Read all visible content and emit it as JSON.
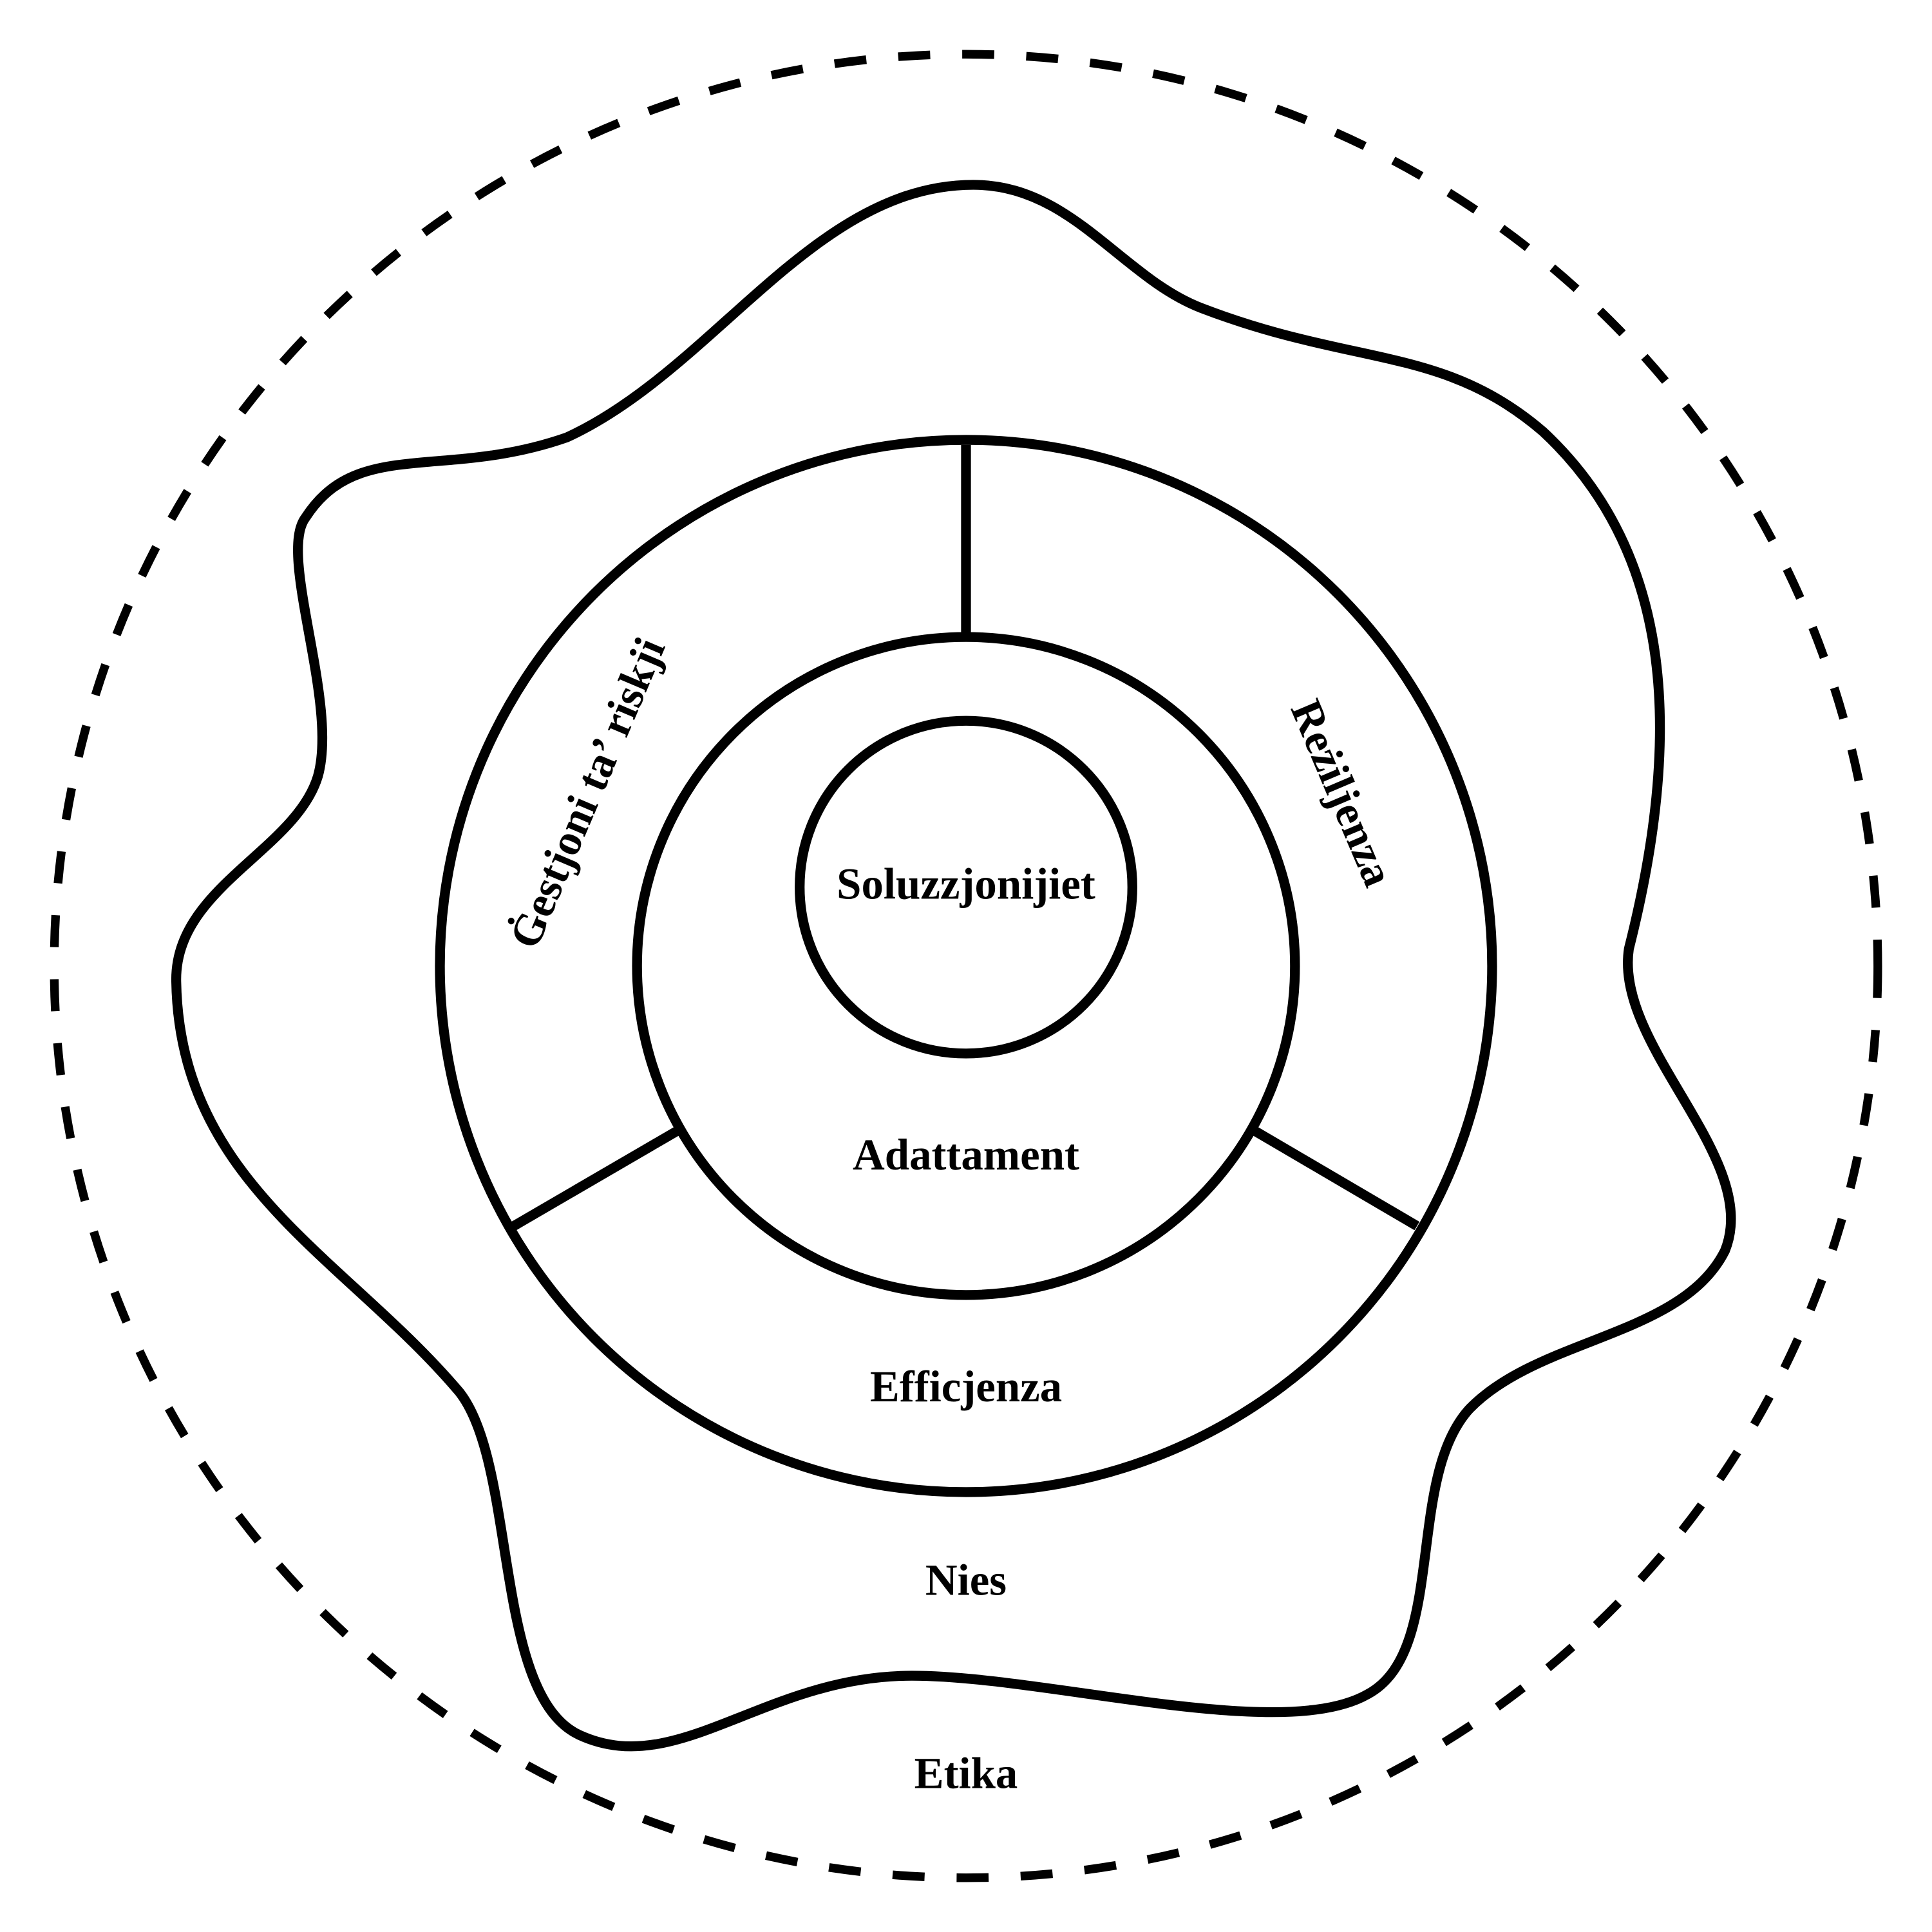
{
  "diagram": {
    "center": "Soluzzjonijiet",
    "inner_ring": "Adattament",
    "segments": {
      "left": "Ġestjoni ta’ riskji",
      "right": "Reżiljenza",
      "bottom": "Efficjenza"
    },
    "blob": "Nies",
    "outer_dashed": "Etika"
  },
  "colors": {
    "stroke": "#000000",
    "background": "#ffffff"
  }
}
